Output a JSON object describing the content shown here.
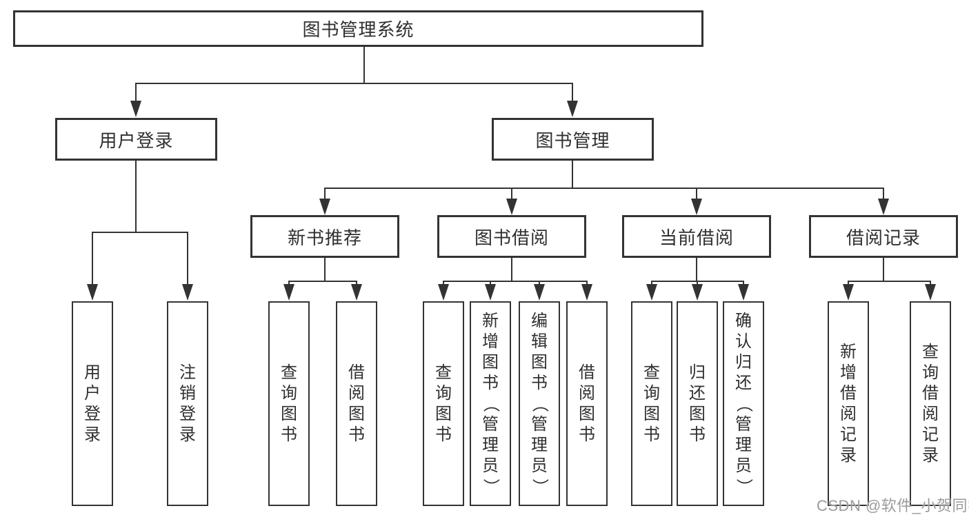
{
  "diagram": {
    "root": {
      "label": "图书管理系统"
    },
    "level2": [
      {
        "label": "用户登录"
      },
      {
        "label": "图书管理"
      }
    ],
    "level3": [
      {
        "label": "新书推荐"
      },
      {
        "label": "图书借阅"
      },
      {
        "label": "当前借阅"
      },
      {
        "label": "借阅记录"
      }
    ],
    "leaves": {
      "user_login": [
        "用户登录",
        "注销登录"
      ],
      "new_book_recommend": [
        "查询图书",
        "借阅图书"
      ],
      "book_borrow": [
        "查询图书",
        "新增图书（管理员）",
        "编辑图书（管理员）",
        "借阅图书"
      ],
      "current_borrow": [
        "查询图书",
        "归还图书",
        "确认归还（管理员）"
      ],
      "borrow_records": [
        "新增借阅记录",
        "查询借阅记录"
      ]
    }
  },
  "colors": {
    "line": "#333333",
    "text": "#2f2f2f",
    "background": "#ffffff",
    "watermark": "#9b9b9b"
  },
  "watermark": {
    "text": "CSDN @软件_小贺同学"
  }
}
